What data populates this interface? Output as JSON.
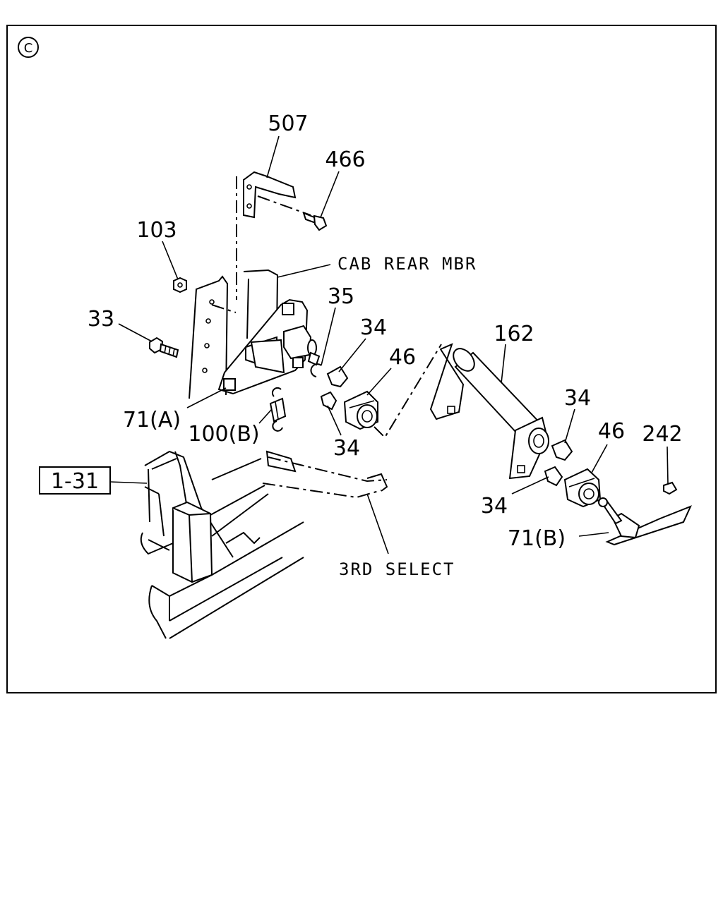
{
  "view_marker": "C",
  "callouts": {
    "p507": "507",
    "p466": "466",
    "p103": "103",
    "p33": "33",
    "p35": "35",
    "p34a": "34",
    "p46a": "46",
    "p162": "162",
    "p34b": "34",
    "p46b": "46",
    "p242": "242",
    "p71a": "71(A)",
    "p100b": "100(B)",
    "p34c": "34",
    "p34d": "34",
    "p71b": "71(B)"
  },
  "notes": {
    "cab_rear_mbr": "CAB REAR MBR",
    "third_select": "3RD SELECT"
  },
  "reference_box": "1-31"
}
